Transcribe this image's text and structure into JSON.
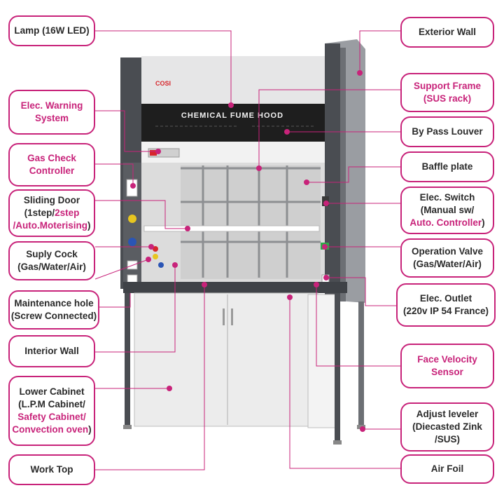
{
  "colors": {
    "accent": "#c8237a",
    "frame": "#4a4d52",
    "panel": "#e9e9ea",
    "cabinet": "#ececec",
    "signboard": "#1e1e1e"
  },
  "product": {
    "brand": "COSI",
    "sign_text": "CHEMICAL  FUME HOOD"
  },
  "callouts": [
    {
      "id": "lamp",
      "lines": [
        {
          "segments": [
            {
              "text": "Lamp (16W LED)",
              "pink": false
            }
          ]
        }
      ]
    },
    {
      "id": "elec-warning",
      "lines": [
        {
          "segments": [
            {
              "text": "Elec. Warning",
              "pink": true
            }
          ]
        },
        {
          "segments": [
            {
              "text": "System",
              "pink": true
            }
          ]
        }
      ]
    },
    {
      "id": "gas-check",
      "lines": [
        {
          "segments": [
            {
              "text": "Gas Check",
              "pink": true
            }
          ]
        },
        {
          "segments": [
            {
              "text": "Controller",
              "pink": true
            }
          ]
        }
      ]
    },
    {
      "id": "sliding-door",
      "lines": [
        {
          "segments": [
            {
              "text": "Sliding Door",
              "pink": false
            }
          ]
        },
        {
          "segments": [
            {
              "text": "(1step/",
              "pink": false
            },
            {
              "text": "2step",
              "pink": true
            }
          ]
        },
        {
          "segments": [
            {
              "text": "/Auto.Moterising",
              "pink": true
            },
            {
              "text": ")",
              "pink": false
            }
          ]
        }
      ]
    },
    {
      "id": "suply-cock",
      "lines": [
        {
          "segments": [
            {
              "text": "Suply Cock",
              "pink": false
            }
          ]
        },
        {
          "segments": [
            {
              "text": "(Gas/Water/Air)",
              "pink": false
            }
          ]
        }
      ]
    },
    {
      "id": "maintenance-hole",
      "lines": [
        {
          "segments": [
            {
              "text": "Maintenance hole",
              "pink": false
            }
          ]
        },
        {
          "segments": [
            {
              "text": "(Screw Connected)",
              "pink": false
            }
          ]
        }
      ]
    },
    {
      "id": "interior-wall",
      "lines": [
        {
          "segments": [
            {
              "text": "Interior Wall",
              "pink": false
            }
          ]
        }
      ]
    },
    {
      "id": "lower-cabinet",
      "lines": [
        {
          "segments": [
            {
              "text": "Lower Cabinet",
              "pink": false
            }
          ]
        },
        {
          "segments": [
            {
              "text": "(L.P.M Cabinet/",
              "pink": false
            }
          ]
        },
        {
          "segments": [
            {
              "text": "Safety Cabinet/",
              "pink": true
            }
          ]
        },
        {
          "segments": [
            {
              "text": "Convection oven",
              "pink": true
            },
            {
              "text": ")",
              "pink": false
            }
          ]
        }
      ]
    },
    {
      "id": "work-top",
      "lines": [
        {
          "segments": [
            {
              "text": "Work Top",
              "pink": false
            }
          ]
        }
      ]
    },
    {
      "id": "exterior-wall",
      "lines": [
        {
          "segments": [
            {
              "text": "Exterior Wall",
              "pink": false
            }
          ]
        }
      ]
    },
    {
      "id": "support-frame",
      "lines": [
        {
          "segments": [
            {
              "text": "Support Frame",
              "pink": true
            }
          ]
        },
        {
          "segments": [
            {
              "text": "(SUS rack)",
              "pink": true
            }
          ]
        }
      ]
    },
    {
      "id": "by-pass-louver",
      "lines": [
        {
          "segments": [
            {
              "text": "By Pass Louver",
              "pink": false
            }
          ]
        }
      ]
    },
    {
      "id": "baffle-plate",
      "lines": [
        {
          "segments": [
            {
              "text": "Baffle plate",
              "pink": false
            }
          ]
        }
      ]
    },
    {
      "id": "elec-switch",
      "lines": [
        {
          "segments": [
            {
              "text": "Elec. Switch",
              "pink": false
            }
          ]
        },
        {
          "segments": [
            {
              "text": "(Manual sw/",
              "pink": false
            }
          ]
        },
        {
          "segments": [
            {
              "text": "Auto. Controller",
              "pink": true
            },
            {
              "text": ")",
              "pink": false
            }
          ]
        }
      ]
    },
    {
      "id": "operation-valve",
      "lines": [
        {
          "segments": [
            {
              "text": "Operation Valve",
              "pink": false
            }
          ]
        },
        {
          "segments": [
            {
              "text": "(Gas/Water/Air)",
              "pink": false
            }
          ]
        }
      ]
    },
    {
      "id": "elec-outlet",
      "lines": [
        {
          "segments": [
            {
              "text": "Elec. Outlet",
              "pink": false
            }
          ]
        },
        {
          "segments": [
            {
              "text": "(220v IP 54 France)",
              "pink": false
            }
          ]
        }
      ]
    },
    {
      "id": "face-velocity",
      "lines": [
        {
          "segments": [
            {
              "text": "Face Velocity",
              "pink": true
            }
          ]
        },
        {
          "segments": [
            {
              "text": "Sensor",
              "pink": true
            }
          ]
        }
      ]
    },
    {
      "id": "adjust-leveler",
      "lines": [
        {
          "segments": [
            {
              "text": "Adjust leveler",
              "pink": false
            }
          ]
        },
        {
          "segments": [
            {
              "text": "(Diecasted Zink",
              "pink": false
            }
          ]
        },
        {
          "segments": [
            {
              "text": "/SUS)",
              "pink": false
            }
          ]
        }
      ]
    },
    {
      "id": "air-foil",
      "lines": [
        {
          "segments": [
            {
              "text": "Air Foil",
              "pink": false
            }
          ]
        }
      ]
    }
  ]
}
